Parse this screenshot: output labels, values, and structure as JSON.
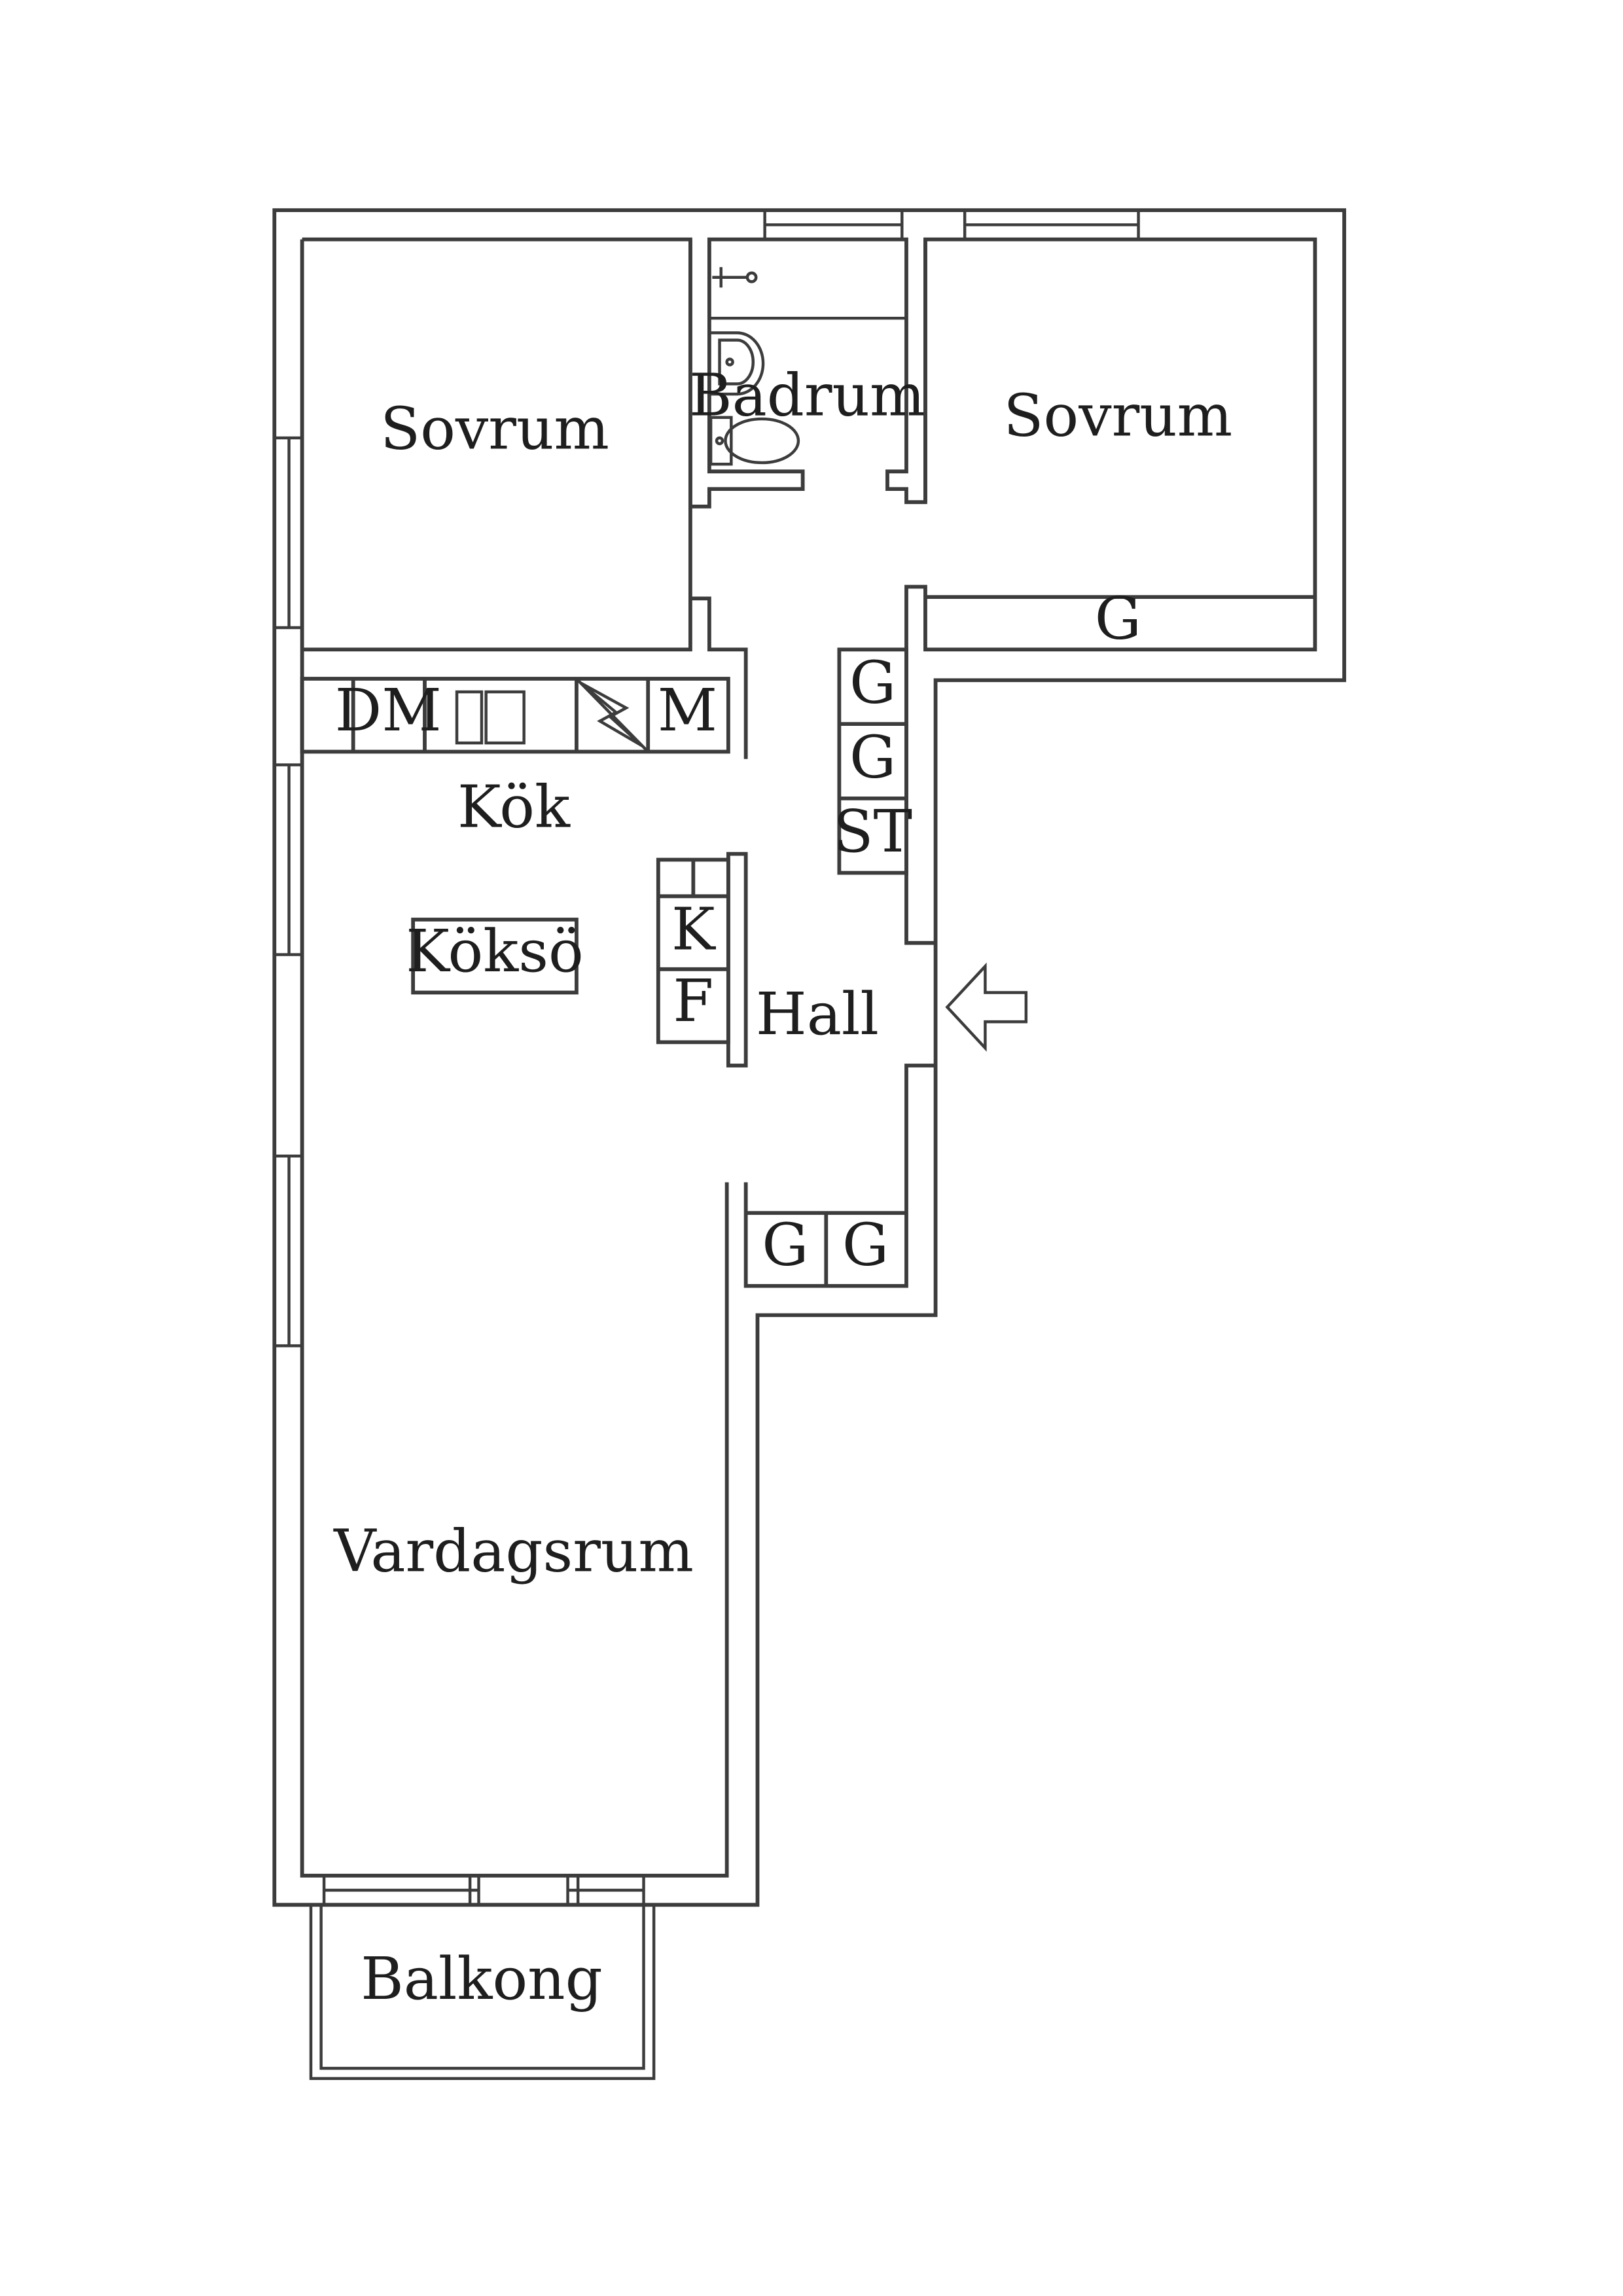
{
  "rooms": {
    "bedroom_left": "Sovrum",
    "bedroom_right": "Sovrum",
    "bathroom": "Badrum",
    "kitchen": "Kök",
    "kitchen_island": "Köksö",
    "hall": "Hall",
    "living_room": "Vardagsrum",
    "balcony": "Balkong"
  },
  "fixtures": {
    "dishwasher": "DM",
    "microwave": "M",
    "fridge": "K",
    "freezer": "F",
    "wardrobe_bedroom": "G",
    "hall_wardrobe_1": "G",
    "hall_wardrobe_2": "G",
    "hall_storage": "ST",
    "hall_wardrobe_3": "G",
    "hall_wardrobe_4": "G"
  }
}
